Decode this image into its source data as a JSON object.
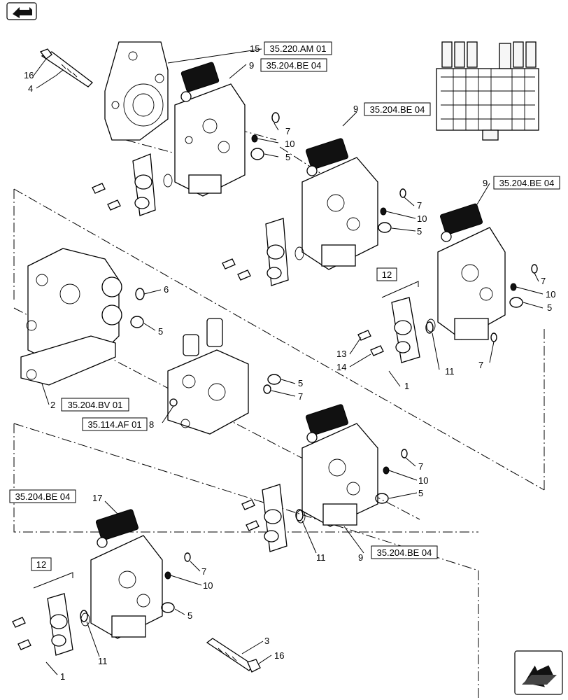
{
  "nav": {
    "top_icon": "previous-page-arrow-icon",
    "bottom_icon": "next-page-arrow-icon"
  },
  "refs": {
    "r1": "35.220.AM 01",
    "r2": "35.204.BE 04",
    "r3": "35.204.BE 04",
    "r4": "35.204.BE 04",
    "r5": "35.204.BV 01",
    "r6": "35.114.AF 01",
    "r7": "35.204.BE 04",
    "r8": "35.204.BE 04"
  },
  "brackets": {
    "b1": "12",
    "b2": "12"
  },
  "callouts": {
    "c16a": "16",
    "c4": "4",
    "c15": "15",
    "c9a": "9",
    "c7a": "7",
    "c10a": "10",
    "c5a": "5",
    "c9b": "9",
    "c7b": "7",
    "c10b": "10",
    "c5b": "5",
    "c9c": "9",
    "c7c": "7",
    "c10c": "10",
    "c5c": "5",
    "c7d": "7",
    "c13": "13",
    "c14": "14",
    "c1a": "1",
    "c11a": "11",
    "c6": "6",
    "c5d": "5",
    "c2": "2",
    "c5e": "5",
    "c7e": "7",
    "c8": "8",
    "c7f": "7",
    "c10d": "10",
    "c5f": "5",
    "c11b": "11",
    "c9d": "9",
    "c17": "17",
    "c7g": "7",
    "c10e": "10",
    "c5g": "5",
    "c1b": "1",
    "c11c": "11",
    "c3": "3",
    "c16b": "16"
  }
}
